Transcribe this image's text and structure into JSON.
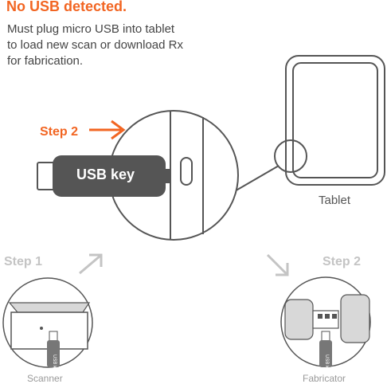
{
  "status": {
    "title": "No USB detected.",
    "instructions": [
      "Must plug micro USB into tablet",
      "to load new scan or download Rx",
      "for fabrication."
    ]
  },
  "diagram": {
    "step_active_label": "Step 2",
    "usb_key_label": "USB key",
    "tablet_label": "Tablet",
    "small_usb_text": "USB key"
  },
  "workflow": {
    "step1_label": "Step 1",
    "step2_label": "Step 2",
    "scanner_label": "Scanner",
    "fabricator_label": "Fabricator"
  },
  "colors": {
    "accent": "#f26522",
    "usb_key_fill": "#555555",
    "inactive": "#c4c4c4",
    "line": "#555555"
  }
}
